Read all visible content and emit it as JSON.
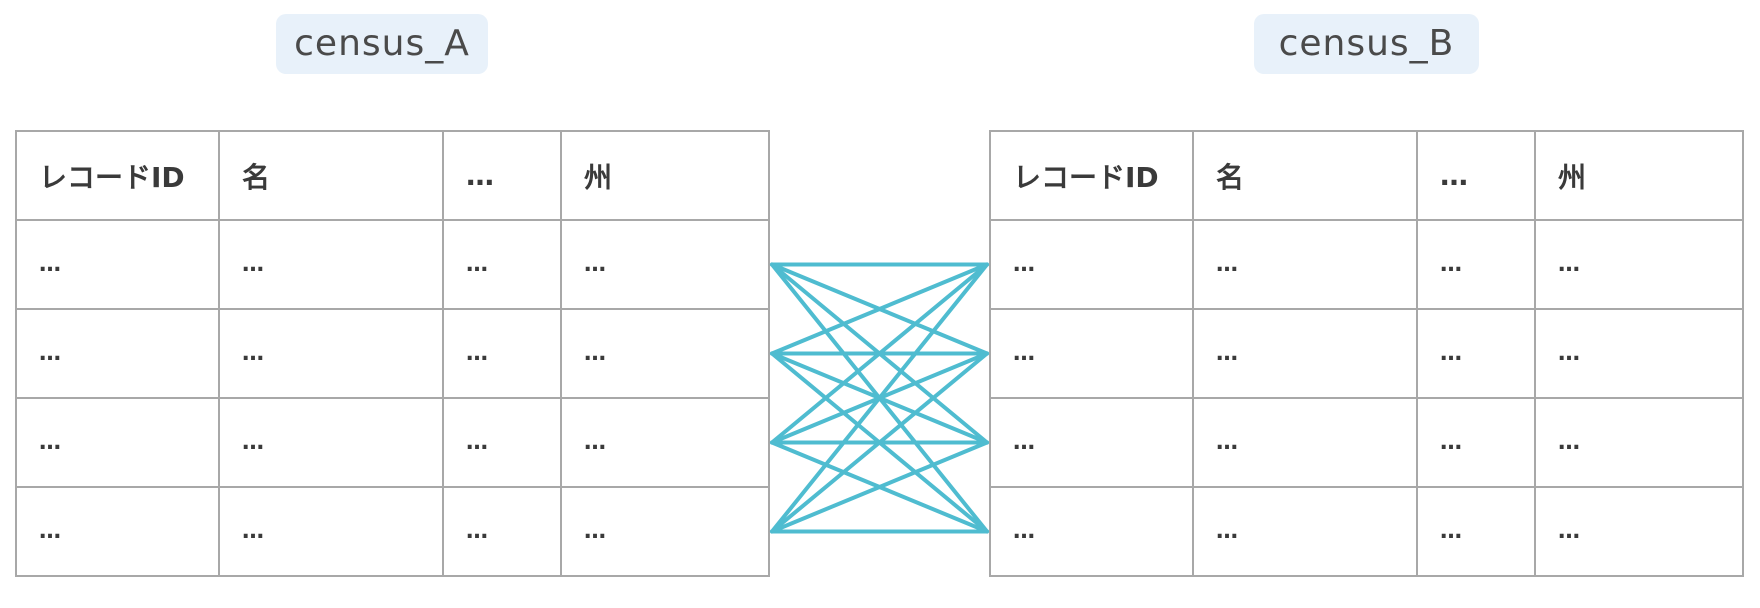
{
  "tables": [
    {
      "title": "census_A",
      "headers": [
        "レコードID",
        "名",
        "…",
        "州"
      ],
      "rows": [
        [
          "…",
          "…",
          "…",
          "…"
        ],
        [
          "…",
          "…",
          "…",
          "…"
        ],
        [
          "…",
          "…",
          "…",
          "…"
        ],
        [
          "…",
          "…",
          "…",
          "…"
        ]
      ]
    },
    {
      "title": "census_B",
      "headers": [
        "レコードID",
        "名",
        "…",
        "州"
      ],
      "rows": [
        [
          "…",
          "…",
          "…",
          "…"
        ],
        [
          "…",
          "…",
          "…",
          "…"
        ],
        [
          "…",
          "…",
          "…",
          "…"
        ],
        [
          "…",
          "…",
          "…",
          "…"
        ]
      ]
    }
  ],
  "links": {
    "color": "#4fbcd0",
    "description_pairs": "all-to-all",
    "from_rows": [
      0,
      1,
      2,
      3
    ],
    "to_rows": [
      0,
      1,
      2,
      3
    ]
  }
}
